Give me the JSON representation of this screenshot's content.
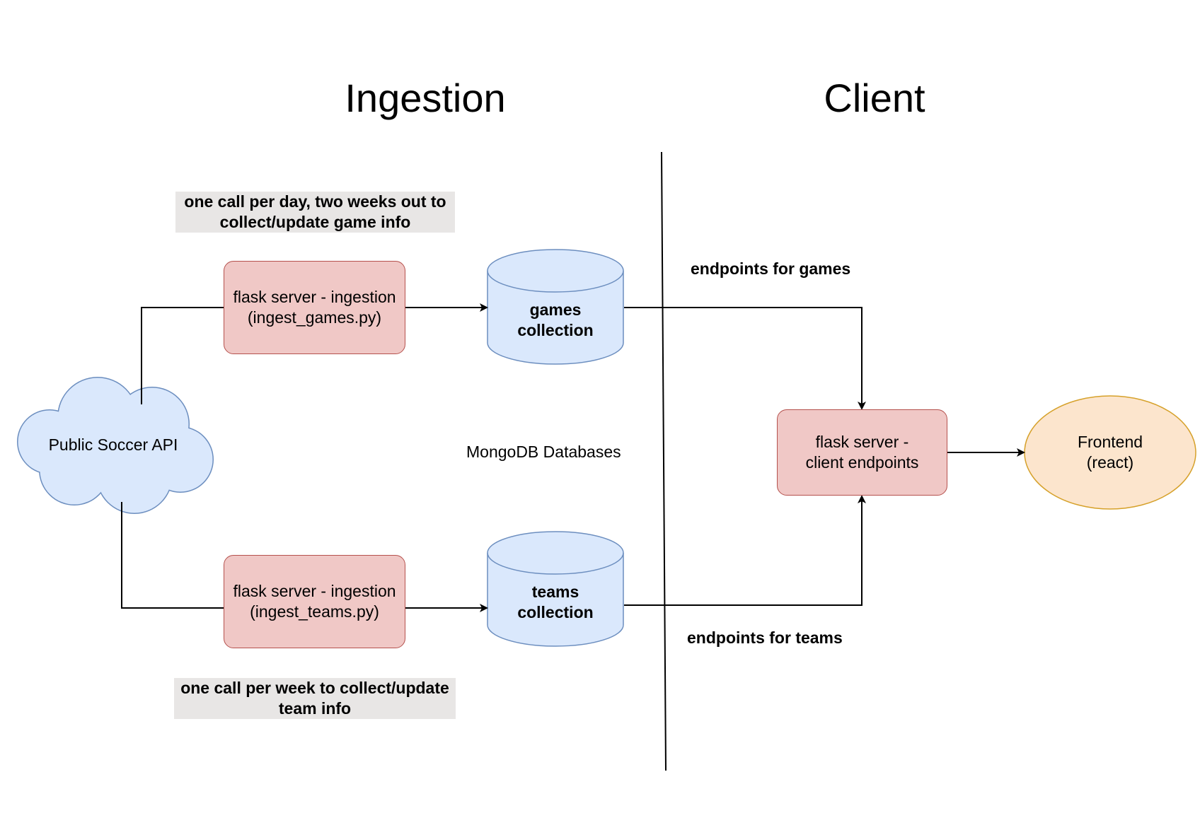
{
  "titles": {
    "ingestion": "Ingestion",
    "client": "Client"
  },
  "notes": {
    "games_schedule": [
      "one call per day, two weeks out to",
      "collect/update game info"
    ],
    "teams_schedule": [
      "one call per week to collect/update",
      "team info"
    ]
  },
  "nodes": {
    "api": "Public Soccer API",
    "ingest_games": [
      "flask server - ingestion",
      "(ingest_games.py)"
    ],
    "ingest_teams": [
      "flask server - ingestion",
      "(ingest_teams.py)"
    ],
    "games_db": [
      "games",
      "collection"
    ],
    "teams_db": [
      "teams",
      "collection"
    ],
    "client_server": [
      "flask server -",
      "client endpoints"
    ],
    "frontend": [
      "Frontend",
      "(react)"
    ]
  },
  "labels": {
    "databases": "MongoDB Databases",
    "games_endpoints": "endpoints for games",
    "teams_endpoints": "endpoints for teams"
  },
  "colors": {
    "process_fill": "#f0c8c6",
    "process_stroke": "#b5514d",
    "db_fill": "#dae8fc",
    "db_stroke": "#6c8ebf",
    "frontend_fill": "#fce5cd",
    "frontend_stroke": "#d6a12a",
    "note_fill": "#e8e6e5"
  }
}
